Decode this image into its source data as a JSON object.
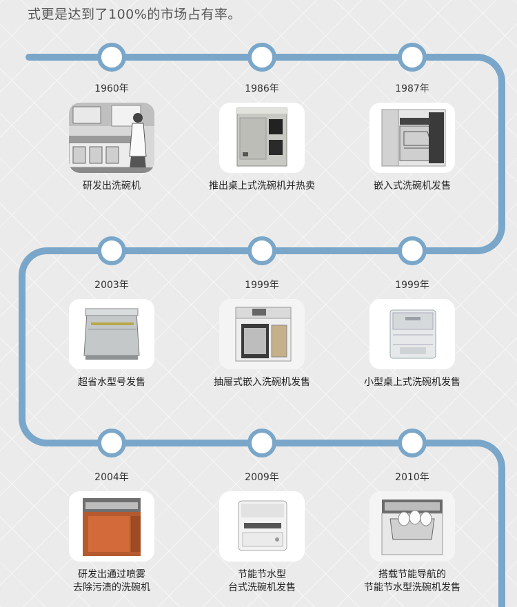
{
  "intro_text": "式更是达到了100%的市场占有率。",
  "colors": {
    "track": "#7aa7c9",
    "node_fill": "#ffffff",
    "background": "#ebebeb"
  },
  "milestones": [
    {
      "year": "1960年",
      "caption": [
        "研发出洗碗机"
      ],
      "icon": "kitchen-photo"
    },
    {
      "year": "1986年",
      "caption": [
        "推出桌上式洗碗机并热卖"
      ],
      "icon": "countertop-dishwasher-photo"
    },
    {
      "year": "1987年",
      "caption": [
        "嵌入式洗碗机发售"
      ],
      "icon": "built-in-dishwasher-photo"
    },
    {
      "year": "2003年",
      "caption": [
        "超省水型号发售"
      ],
      "icon": "silver-dishwasher-photo"
    },
    {
      "year": "1999年",
      "caption": [
        "抽屉式嵌入洗碗机发售"
      ],
      "icon": "drawer-dishwasher-photo"
    },
    {
      "year": "1999年",
      "caption": [
        "小型桌上式洗碗机发售"
      ],
      "icon": "compact-dishwasher-photo"
    },
    {
      "year": "2004年",
      "caption": [
        "研发出通过喷雾",
        "去除污渍的洗碗机"
      ],
      "icon": "orange-drawer-dishwasher-photo"
    },
    {
      "year": "2009年",
      "caption": [
        "节能节水型",
        "台式洗碗机发售"
      ],
      "icon": "white-tabletop-dishwasher-photo"
    },
    {
      "year": "2010年",
      "caption": [
        "搭载节能导航的",
        "节能节水型洗碗机发售"
      ],
      "icon": "dish-rack-dishwasher-photo"
    }
  ]
}
